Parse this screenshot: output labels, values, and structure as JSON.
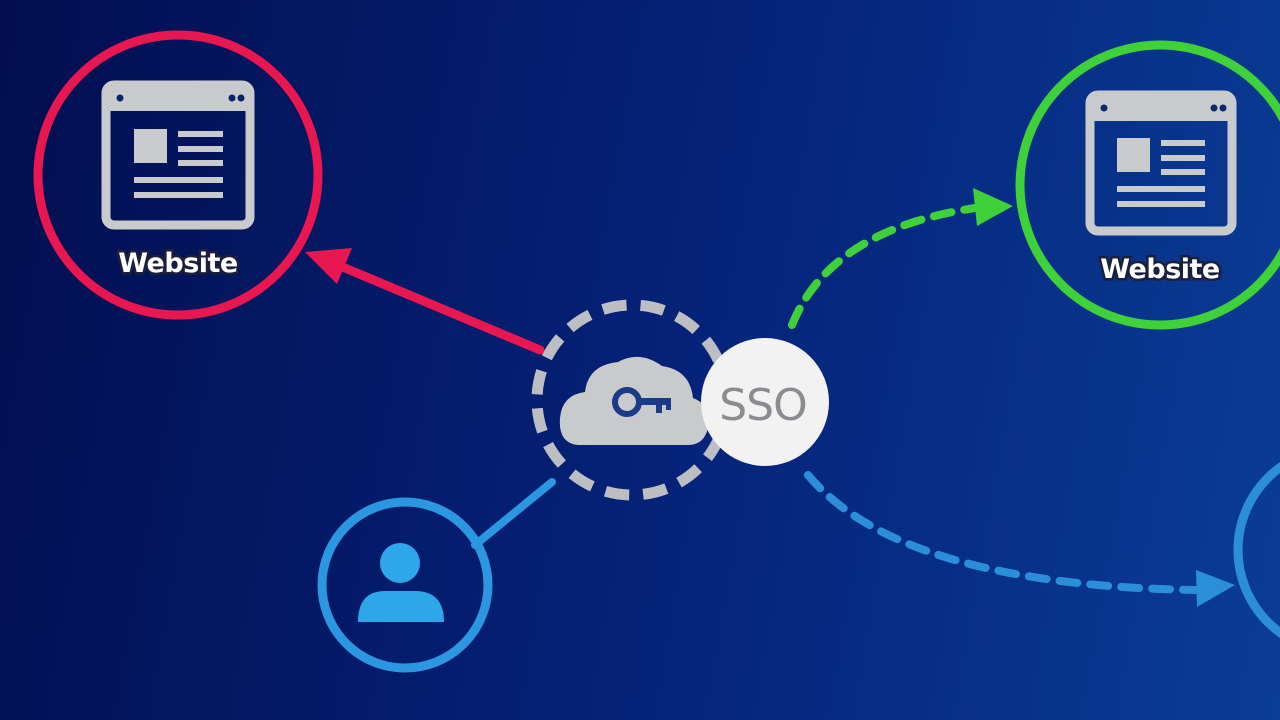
{
  "nodes": {
    "website_left": {
      "label": "Website",
      "ring_color": "#e8174f"
    },
    "website_right": {
      "label": "Website",
      "ring_color": "#3ed13a"
    },
    "sso": {
      "label": "SSO"
    },
    "user": {
      "ring_color": "#2a97e0"
    },
    "offscreen_node": {
      "ring_color": "#2a8fd8"
    }
  },
  "icons": {
    "website": "browser-window-icon",
    "sso": "cloud-key-icon",
    "user": "user-icon"
  },
  "colors": {
    "background_start": "#020e4f",
    "background_end": "#0a3d95",
    "icon_gray": "#c9cacc",
    "sso_badge": "#f2f2f2",
    "arrow_red": "#e8174f",
    "arrow_green": "#3ed13a",
    "arrow_blue": "#2a8fd8",
    "user_line": "#2a97e0"
  }
}
